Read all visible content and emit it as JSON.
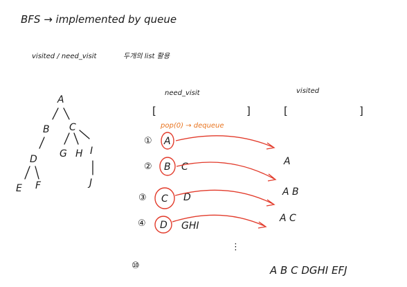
{
  "header": {
    "title": "BFS → implemented by queue",
    "subtitle": "visited / need_visit",
    "subtitle_note": "두개의 list 활용"
  },
  "tree": {
    "nodes": [
      "A",
      "B",
      "C",
      "D",
      "G",
      "H",
      "I",
      "E",
      "F",
      "J"
    ]
  },
  "lists": {
    "need_visit_label": "need_visit",
    "visited_label": "visited",
    "open_bracket": "[",
    "close_bracket": "]",
    "pop_note": "pop(0) → dequeue"
  },
  "steps": [
    {
      "num": "①",
      "popped": "A",
      "rest": "",
      "visited": "A"
    },
    {
      "num": "②",
      "popped": "B",
      "rest": "C",
      "visited": "A B"
    },
    {
      "num": "③",
      "popped": "C",
      "rest": "D",
      "visited": "A C"
    },
    {
      "num": "④",
      "popped": "D",
      "rest": "GHI",
      "visited": ""
    }
  ],
  "ellipsis": "⋮",
  "final": {
    "num": "⑩",
    "visited": "A B C DGHI EFJ"
  },
  "colors": {
    "ink": "#1a1a1a",
    "red": "#e23a2a",
    "orange": "#e8731e"
  }
}
